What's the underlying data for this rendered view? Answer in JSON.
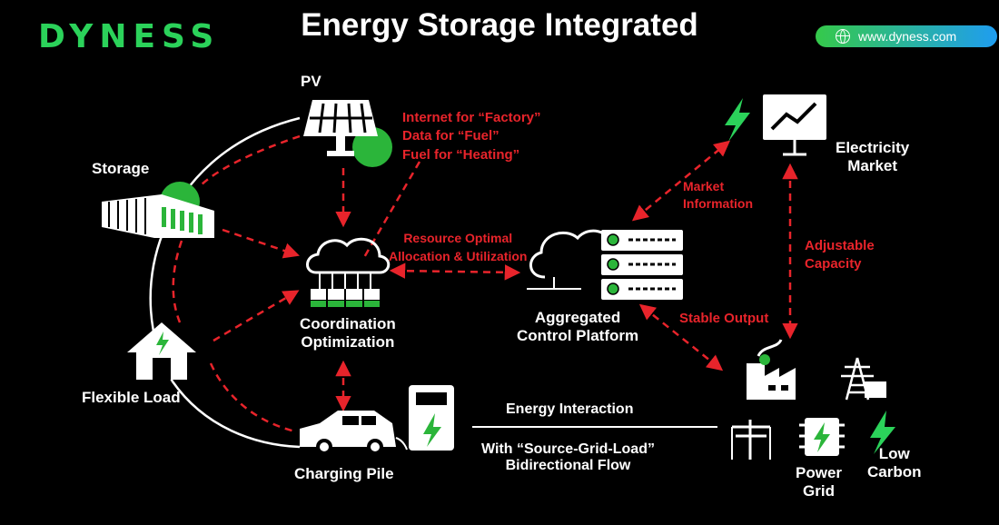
{
  "brand": {
    "logo_text": "DYNESS",
    "website": "www.dyness.com",
    "accent": "#2bd25a",
    "alert_color": "#e8242b"
  },
  "title": "Energy Storage Integrated",
  "nodes": {
    "pv": "PV",
    "storage": "Storage",
    "flexible_load": "Flexible Load",
    "coordination": [
      "Coordination",
      "Optimization"
    ],
    "charging_pile": "Charging Pile",
    "aggregated": [
      "Aggregated",
      "Control Platform"
    ],
    "electricity_market": [
      "Electricity",
      "Market"
    ],
    "power_grid": [
      "Power",
      "Grid"
    ],
    "low_carbon": [
      "Low",
      "Carbon"
    ]
  },
  "annotations": {
    "pv_notes": [
      "Internet for “Factory”",
      "Data for “Fuel”",
      "Fuel for “Heating”"
    ],
    "resource": [
      "Resource Optimal",
      "Allocation & Utilization"
    ],
    "market_info": [
      "Market",
      "Information"
    ],
    "adjustable": [
      "Adjustable",
      "Capacity"
    ],
    "stable_output": "Stable Output",
    "energy_interaction": "Energy Interaction",
    "bidirectional": [
      "With “Source-Grid-Load”",
      "Bidirectional Flow"
    ]
  },
  "icons": [
    "globe-icon",
    "solar-panel-icon",
    "battery-container-icon",
    "house-bolt-icon",
    "cloud-network-icon",
    "ev-car-icon",
    "charger-icon",
    "server-cloud-icon",
    "bolt-icon",
    "chart-board-icon",
    "factory-icon",
    "transmission-tower-icon",
    "utility-pole-icon",
    "chip-bolt-icon"
  ]
}
